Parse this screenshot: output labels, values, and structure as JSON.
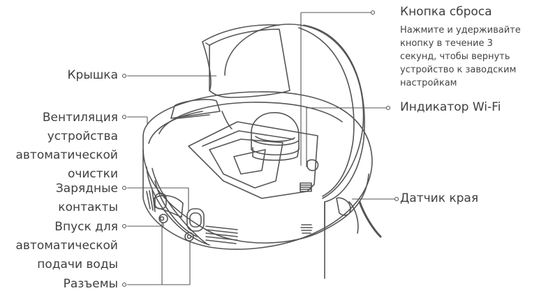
{
  "labels": {
    "reset_button": {
      "title": "Кнопка сброса",
      "description": [
        "Нажмите и удерживайте",
        "кнопку в течение 3",
        "секунд, чтобы вернуть",
        "устройство к заводским",
        "настройкам"
      ]
    },
    "lid": "Крышка",
    "wifi_indicator": "Индикатор Wi-Fi",
    "vent": [
      "Вентиляция",
      "устройства",
      "автоматической",
      "очистки"
    ],
    "charging_contacts": [
      "Зарядные",
      "контакты"
    ],
    "edge_sensor": "Датчик края",
    "water_inlet": [
      "Впуск для",
      "автоматической",
      "подачи воды"
    ],
    "ports": "Разъемы"
  },
  "colors": {
    "line": "#555555",
    "text": "#3f3f3f"
  }
}
